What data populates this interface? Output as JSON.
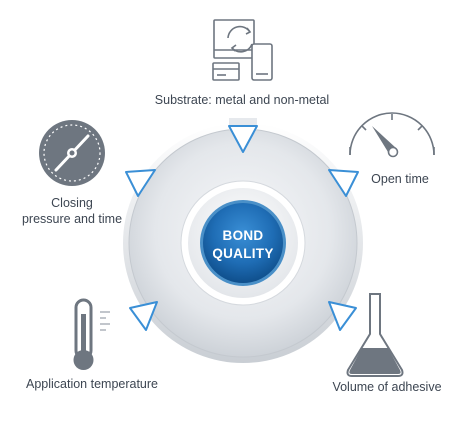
{
  "center": {
    "line1": "BOND",
    "line2": "QUALITY"
  },
  "factors": {
    "substrate": "Substrate: metal and non-metal",
    "open_time": "Open time",
    "volume": "Volume of adhesive",
    "temperature": "Application temperature",
    "pressure_line1": "Closing",
    "pressure_line2": "pressure and time"
  },
  "icons": {
    "substrate": "devices-sync-icon",
    "open_time": "timer-dial-icon",
    "volume": "flask-icon",
    "temperature": "thermometer-icon",
    "pressure": "pressure-gauge-icon"
  },
  "colors": {
    "center_blue": "#1f6db5",
    "center_ring": "#4a90c8",
    "icon_gray": "#6e7680",
    "disc_light": "#f0f2f5",
    "disc_mid": "#d3d7dc"
  }
}
